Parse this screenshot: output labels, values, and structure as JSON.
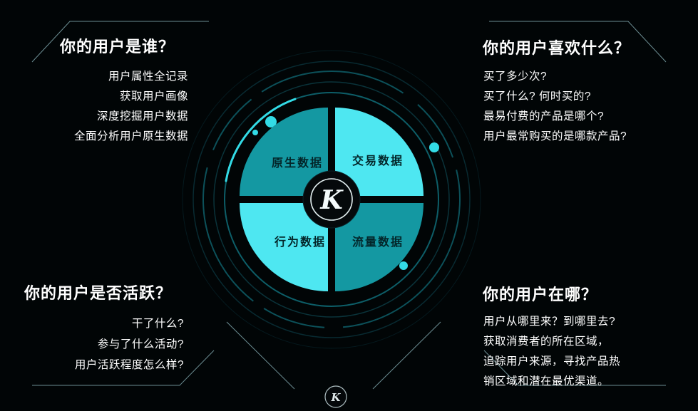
{
  "colors": {
    "background": "#010506",
    "heading_text": "#ffffff",
    "body_text": "#ffffff",
    "segment_bright": "#4ee7f1",
    "segment_dark": "#1498a2",
    "segment_label": "#03262a",
    "ring_bright": "#33dbe6",
    "ring_mid": "#0d5e68",
    "line_color": "#7fa6ab",
    "badge_ring": "#e6f2f3"
  },
  "wheel": {
    "segments": [
      {
        "id": "native",
        "label": "原生数据",
        "tone": "dark"
      },
      {
        "id": "transaction",
        "label": "交易数据",
        "tone": "bright"
      },
      {
        "id": "behavior",
        "label": "行为数据",
        "tone": "bright"
      },
      {
        "id": "traffic",
        "label": "流量数据",
        "tone": "dark"
      }
    ],
    "logo_letter": "K"
  },
  "sections": {
    "top_left": {
      "heading": "你的用户是谁？",
      "lines": [
        "用户属性全记录",
        "获取用户画像",
        "深度挖掘用户数据",
        "全面分析用户原生数据"
      ]
    },
    "top_right": {
      "heading": "你的用户喜欢什么？",
      "lines": [
        "买了多少次?",
        "买了什么? 何时买的?",
        "最易付费的产品是哪个?",
        "用户最常购买的是哪款产品?"
      ]
    },
    "bottom_left": {
      "heading": "你的用户是否活跃？",
      "lines": [
        "干了什么?",
        "参与了什么活动?",
        "用户活跃程度怎么样?"
      ]
    },
    "bottom_right": {
      "heading": "你的用户在哪？",
      "lines": [
        "用户从哪里来？到哪里去?",
        "获取消费者的所在区域，",
        "追踪用户来源，寻找产品热",
        "销区域和潜在最优渠道。"
      ]
    }
  }
}
